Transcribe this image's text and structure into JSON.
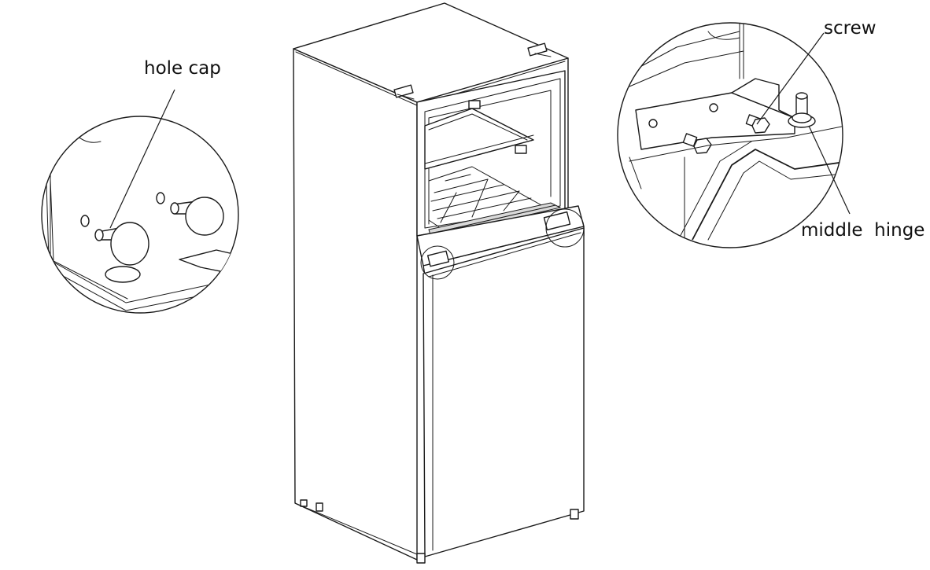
{
  "labels": {
    "hole_cap": "hole cap",
    "screw": "screw",
    "middle_hinge": "middle  hinge"
  }
}
